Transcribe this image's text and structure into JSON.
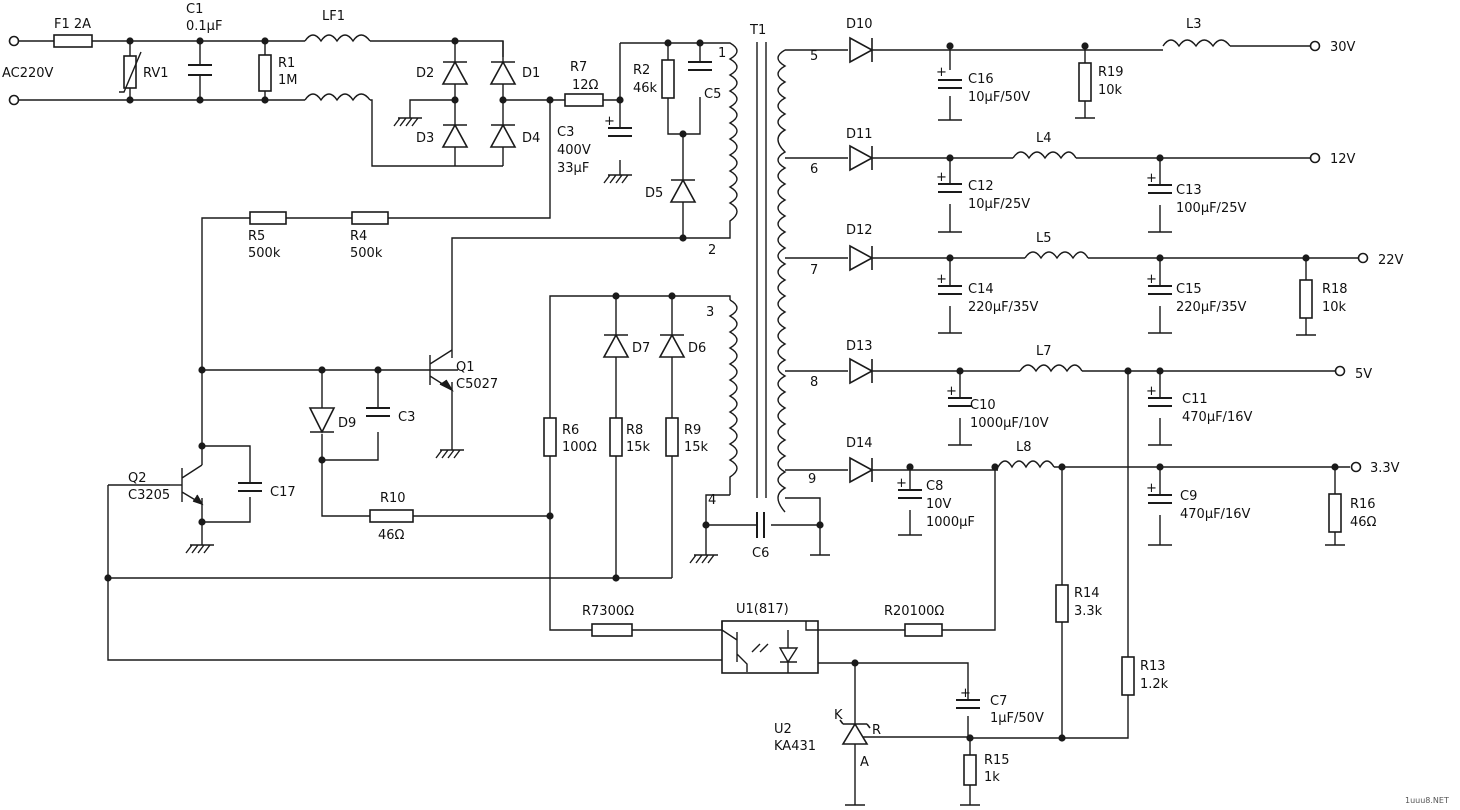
{
  "labels": {
    "ac_input": "AC220V",
    "f1": "F1 2A",
    "c1": "C1",
    "c1_val": "0.1μF",
    "lf1": "LF1",
    "rv1": "RV1",
    "r1": "R1",
    "r1_val": "1M",
    "d1": "D1",
    "d2": "D2",
    "d3": "D3",
    "d4": "D4",
    "r7": "R7",
    "r7_val": "12Ω",
    "c3_in": "C3",
    "c3_in_v": "400V",
    "c3_in_c": "33μF",
    "r2": "R2",
    "r2_val": "46k",
    "c5": "C5",
    "d5": "D5",
    "t1": "T1",
    "pin1": "1",
    "pin2": "2",
    "pin3": "3",
    "pin4": "4",
    "pin5": "5",
    "pin6": "6",
    "pin7": "7",
    "pin8": "8",
    "pin9": "9",
    "r5": "R5",
    "r5_val": "500k",
    "r4": "R4",
    "r4_val": "500k",
    "q1": "Q1",
    "q1_val": "C5027",
    "d9": "D9",
    "c3": "C3",
    "q2": "Q2",
    "q2_val": "C3205",
    "c17": "C17",
    "r10": "R10",
    "r10_val": "46Ω",
    "r6": "R6",
    "r6_val": "100Ω",
    "d7": "D7",
    "d6": "D6",
    "r8": "R8",
    "r8_val": "15k",
    "r9": "R9",
    "r9_val": "15k",
    "c6": "C6",
    "r7b": "R7300Ω",
    "u1": "U1(817)",
    "r20": "R20100Ω",
    "u2": "U2",
    "u2_val": "KA431",
    "k": "K",
    "a": "A",
    "r": "R",
    "c7": "C7",
    "c7_val": "1μF/50V",
    "r15": "R15",
    "r15_val": "1k",
    "d10": "D10",
    "d11": "D11",
    "d12": "D12",
    "d13": "D13",
    "d14": "D14",
    "c16": "C16",
    "c16_val": "10μF/50V",
    "r19": "R19",
    "r19_val": "10k",
    "l3": "L3",
    "out30": "30V",
    "l4": "L4",
    "out12": "12V",
    "c12": "C12",
    "c12_val": "10μF/25V",
    "c13": "C13",
    "c13_val": "100μF/25V",
    "l5": "L5",
    "out22": "22V",
    "c14": "C14",
    "c14_val": "220μF/35V",
    "c15": "C15",
    "c15_val": "220μF/35V",
    "r18": "R18",
    "r18_val": "10k",
    "l7": "L7",
    "out5": "5V",
    "c10": "C10",
    "c10_val": "1000μF/10V",
    "c11": "C11",
    "c11_val": "470μF/16V",
    "l8": "L8",
    "out33": "3.3V",
    "c8": "C8",
    "c8_v": "10V",
    "c8_c": "1000μF",
    "c9": "C9",
    "c9_val": "470μF/16V",
    "r16": "R16",
    "r16_val": "46Ω",
    "r14": "R14",
    "r14_val": "3.3k",
    "r13": "R13",
    "r13_val": "1.2k",
    "watermark": "1uuu8.NET"
  }
}
